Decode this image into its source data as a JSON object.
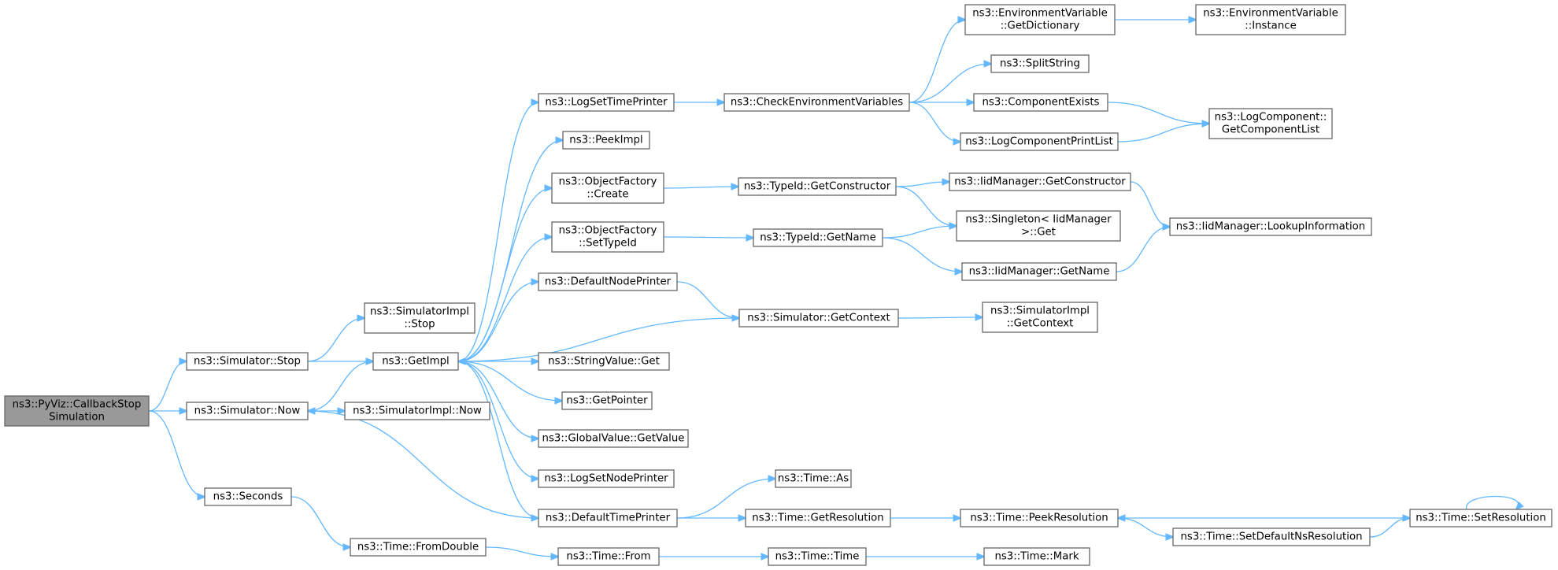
{
  "graph": {
    "edge_color": "#63b8ff",
    "node_border": "#666666",
    "root_fill": "#999999",
    "nodes": [
      {
        "id": "cbstop",
        "lines": [
          "ns3::PyViz::CallbackStop",
          "Simulation"
        ],
        "root": true
      },
      {
        "id": "simstop",
        "lines": [
          "ns3::Simulator::Stop"
        ]
      },
      {
        "id": "simnow",
        "lines": [
          "ns3::Simulator::Now"
        ]
      },
      {
        "id": "seconds",
        "lines": [
          "ns3::Seconds"
        ]
      },
      {
        "id": "simimplstop",
        "lines": [
          "ns3::SimulatorImpl",
          "::Stop"
        ]
      },
      {
        "id": "getimpl",
        "lines": [
          "ns3::GetImpl"
        ]
      },
      {
        "id": "simimplnow",
        "lines": [
          "ns3::SimulatorImpl::Now"
        ]
      },
      {
        "id": "fromdouble",
        "lines": [
          "ns3::Time::FromDouble"
        ]
      },
      {
        "id": "logsettimeprinter",
        "lines": [
          "ns3::LogSetTimePrinter"
        ]
      },
      {
        "id": "peekimpl",
        "lines": [
          "ns3::PeekImpl"
        ]
      },
      {
        "id": "ofcreate",
        "lines": [
          "ns3::ObjectFactory",
          "::Create"
        ]
      },
      {
        "id": "ofsettypeid",
        "lines": [
          "ns3::ObjectFactory",
          "::SetTypeId"
        ]
      },
      {
        "id": "defaultnodeprinter",
        "lines": [
          "ns3::DefaultNodePrinter"
        ]
      },
      {
        "id": "stringvalueget",
        "lines": [
          "ns3::StringValue::Get"
        ]
      },
      {
        "id": "getpointer",
        "lines": [
          "ns3::GetPointer"
        ]
      },
      {
        "id": "globalvaluegetvalue",
        "lines": [
          "ns3::GlobalValue::GetValue"
        ]
      },
      {
        "id": "logsetnodeprinter",
        "lines": [
          "ns3::LogSetNodePrinter"
        ]
      },
      {
        "id": "defaulttimeprinter",
        "lines": [
          "ns3::DefaultTimePrinter"
        ]
      },
      {
        "id": "timefrom",
        "lines": [
          "ns3::Time::From"
        ]
      },
      {
        "id": "checkenv",
        "lines": [
          "ns3::CheckEnvironmentVariables"
        ]
      },
      {
        "id": "typeidgetconstructor",
        "lines": [
          "ns3::TypeId::GetConstructor"
        ]
      },
      {
        "id": "typeidgetname",
        "lines": [
          "ns3::TypeId::GetName"
        ]
      },
      {
        "id": "simgetcontext",
        "lines": [
          "ns3::Simulator::GetContext"
        ]
      },
      {
        "id": "timeas",
        "lines": [
          "ns3::Time::As"
        ]
      },
      {
        "id": "timegetresolution",
        "lines": [
          "ns3::Time::GetResolution"
        ]
      },
      {
        "id": "timetime",
        "lines": [
          "ns3::Time::Time"
        ]
      },
      {
        "id": "envgetdict",
        "lines": [
          "ns3::EnvironmentVariable",
          "::GetDictionary"
        ]
      },
      {
        "id": "splitstring",
        "lines": [
          "ns3::SplitString"
        ]
      },
      {
        "id": "componentexists",
        "lines": [
          "ns3::ComponentExists"
        ]
      },
      {
        "id": "logcompprintlist",
        "lines": [
          "ns3::LogComponentPrintList"
        ]
      },
      {
        "id": "iidgetconstructor",
        "lines": [
          "ns3::IidManager::GetConstructor"
        ]
      },
      {
        "id": "singletonget",
        "lines": [
          "ns3::Singleton< IidManager",
          ">::Get"
        ]
      },
      {
        "id": "iidgetname",
        "lines": [
          "ns3::IidManager::GetName"
        ]
      },
      {
        "id": "simimplgetcontext",
        "lines": [
          "ns3::SimulatorImpl",
          "::GetContext"
        ]
      },
      {
        "id": "timepeekresolution",
        "lines": [
          "ns3::Time::PeekResolution"
        ]
      },
      {
        "id": "timesetdefaultns",
        "lines": [
          "ns3::Time::SetDefaultNsResolution"
        ]
      },
      {
        "id": "timemark",
        "lines": [
          "ns3::Time::Mark"
        ]
      },
      {
        "id": "envinstance",
        "lines": [
          "ns3::EnvironmentVariable",
          "::Instance"
        ]
      },
      {
        "id": "logcompgetlist",
        "lines": [
          "ns3::LogComponent::",
          "GetComponentList"
        ]
      },
      {
        "id": "iidlookup",
        "lines": [
          "ns3::IidManager::LookupInformation"
        ]
      },
      {
        "id": "timesetresolution",
        "lines": [
          "ns3::Time::SetResolution"
        ]
      }
    ]
  }
}
